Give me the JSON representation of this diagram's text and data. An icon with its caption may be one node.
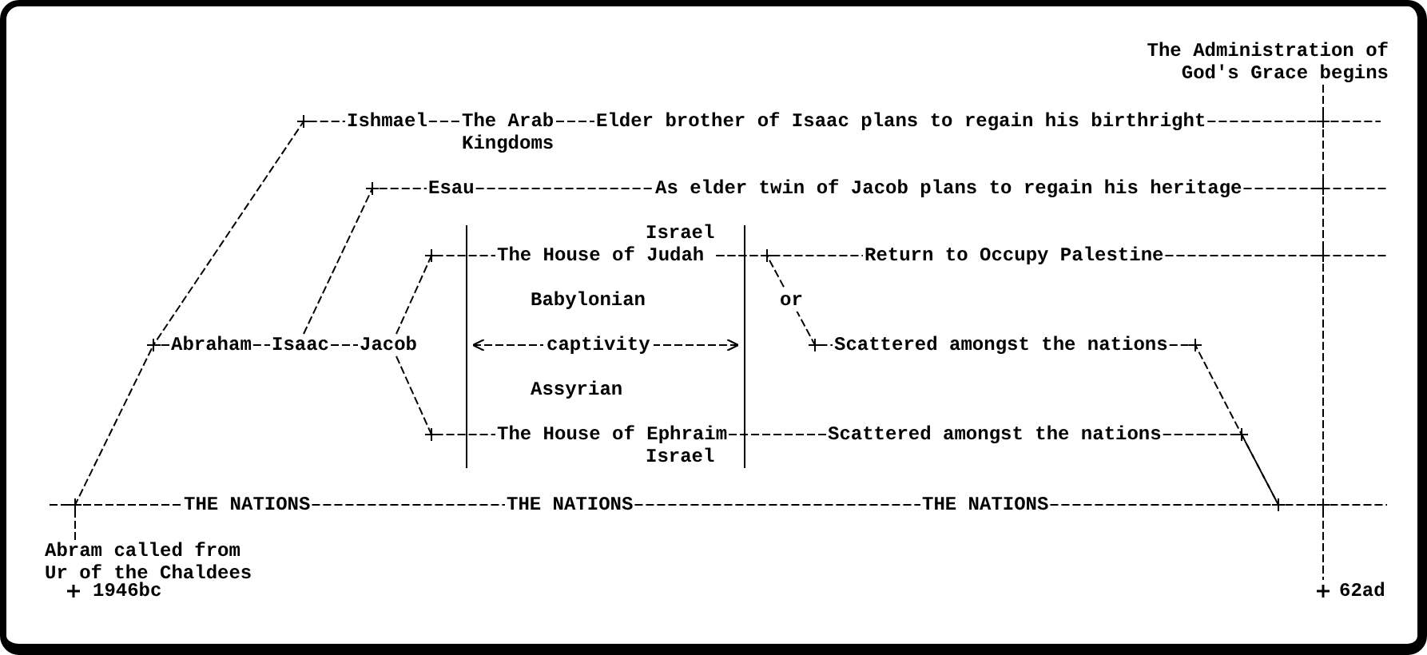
{
  "diagram": {
    "nodes": [
      {
        "text": [
          "The Administration of God's Grace begins"
        ]
      },
      {
        "text": [
          "Ishmael"
        ]
      },
      {
        "text": [
          "The Arab Kingdoms"
        ]
      },
      {
        "text": [
          "Elder brother of Isaac plans to regain his birthright"
        ]
      },
      {
        "text": [
          "Esau"
        ]
      },
      {
        "text": [
          "As elder twin of Jacob plans to regain his heritage"
        ]
      },
      {
        "text": [
          "Abraham"
        ]
      },
      {
        "text": [
          "Isaac"
        ]
      },
      {
        "text": [
          "Jacob"
        ]
      },
      {
        "text": [
          "Israel",
          "The House of Judah"
        ]
      },
      {
        "text": [
          "Return to Occupy Palestine"
        ]
      },
      {
        "text": [
          "Scattered amongst the nations"
        ]
      },
      {
        "text": [
          "The House of Ephraim",
          "Israel"
        ]
      },
      {
        "text": [
          "Scattered amongst the nations"
        ]
      },
      {
        "text": [
          "THE NATIONS"
        ]
      },
      {
        "text": [
          "THE NATIONS"
        ]
      },
      {
        "text": [
          "THE NATIONS"
        ]
      },
      {
        "text": [
          "Abram called from Ur of the Chaldees"
        ]
      },
      {
        "text": [
          "62ad"
        ]
      }
    ],
    "edges": [
      {
        "from": 0,
        "to": 18,
        "arrow": "none"
      },
      {
        "from": 6,
        "to": 1,
        "arrow": "none"
      },
      {
        "from": 1,
        "to": 2,
        "arrow": "none"
      },
      {
        "from": 2,
        "to": 3,
        "arrow": "none"
      },
      {
        "from": 3,
        "to": null,
        "arrow": "none"
      },
      {
        "from": 7,
        "to": 4,
        "arrow": "none"
      },
      {
        "from": 4,
        "to": 5,
        "arrow": "none"
      },
      {
        "from": 5,
        "to": null,
        "arrow": "none"
      },
      {
        "from": 6,
        "to": 7,
        "arrow": "none"
      },
      {
        "from": 7,
        "to": 8,
        "arrow": "none"
      },
      {
        "from": 8,
        "to": 9,
        "arrow": "none"
      },
      {
        "from": 8,
        "to": 12,
        "arrow": "none"
      },
      {
        "from": 9,
        "to": 10,
        "arrow": "none"
      },
      {
        "from": 9,
        "to": 11,
        "label": "or",
        "arrow": "none"
      },
      {
        "from": 10,
        "to": null,
        "arrow": "none"
      },
      {
        "from": 11,
        "to": null,
        "arrow": "none"
      },
      {
        "from": 13,
        "to": null,
        "arrow": "none"
      },
      {
        "from": 12,
        "to": 13,
        "arrow": "none"
      },
      {
        "from": null,
        "to": 14,
        "arrow": "none"
      },
      {
        "from": 14,
        "to": 15,
        "arrow": "none"
      },
      {
        "from": 15,
        "to": 16,
        "arrow": "none"
      },
      {
        "from": 16,
        "to": null,
        "arrow": "none"
      },
      {
        "from": 17,
        "to": 6,
        "arrow": "none"
      }
    ],
    "labels": [
      "Babylonian",
      "captivity",
      "Assyrian",
      "1946bc"
    ]
  }
}
